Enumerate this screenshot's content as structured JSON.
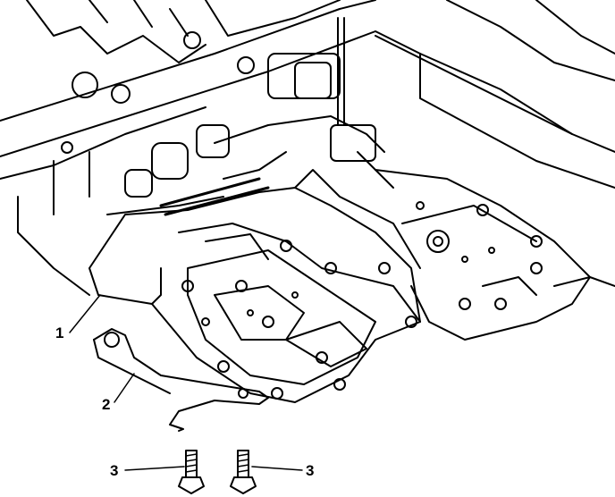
{
  "callouts": [
    {
      "id": "1",
      "label": "1",
      "part": "control-valve-body-assembly"
    },
    {
      "id": "2",
      "label": "2",
      "part": "gasket"
    },
    {
      "id": "3a",
      "label": "3",
      "part": "bolt-left"
    },
    {
      "id": "3b",
      "label": "3",
      "part": "bolt-right"
    }
  ],
  "colors": {
    "line": "#000000",
    "background": "#ffffff"
  }
}
